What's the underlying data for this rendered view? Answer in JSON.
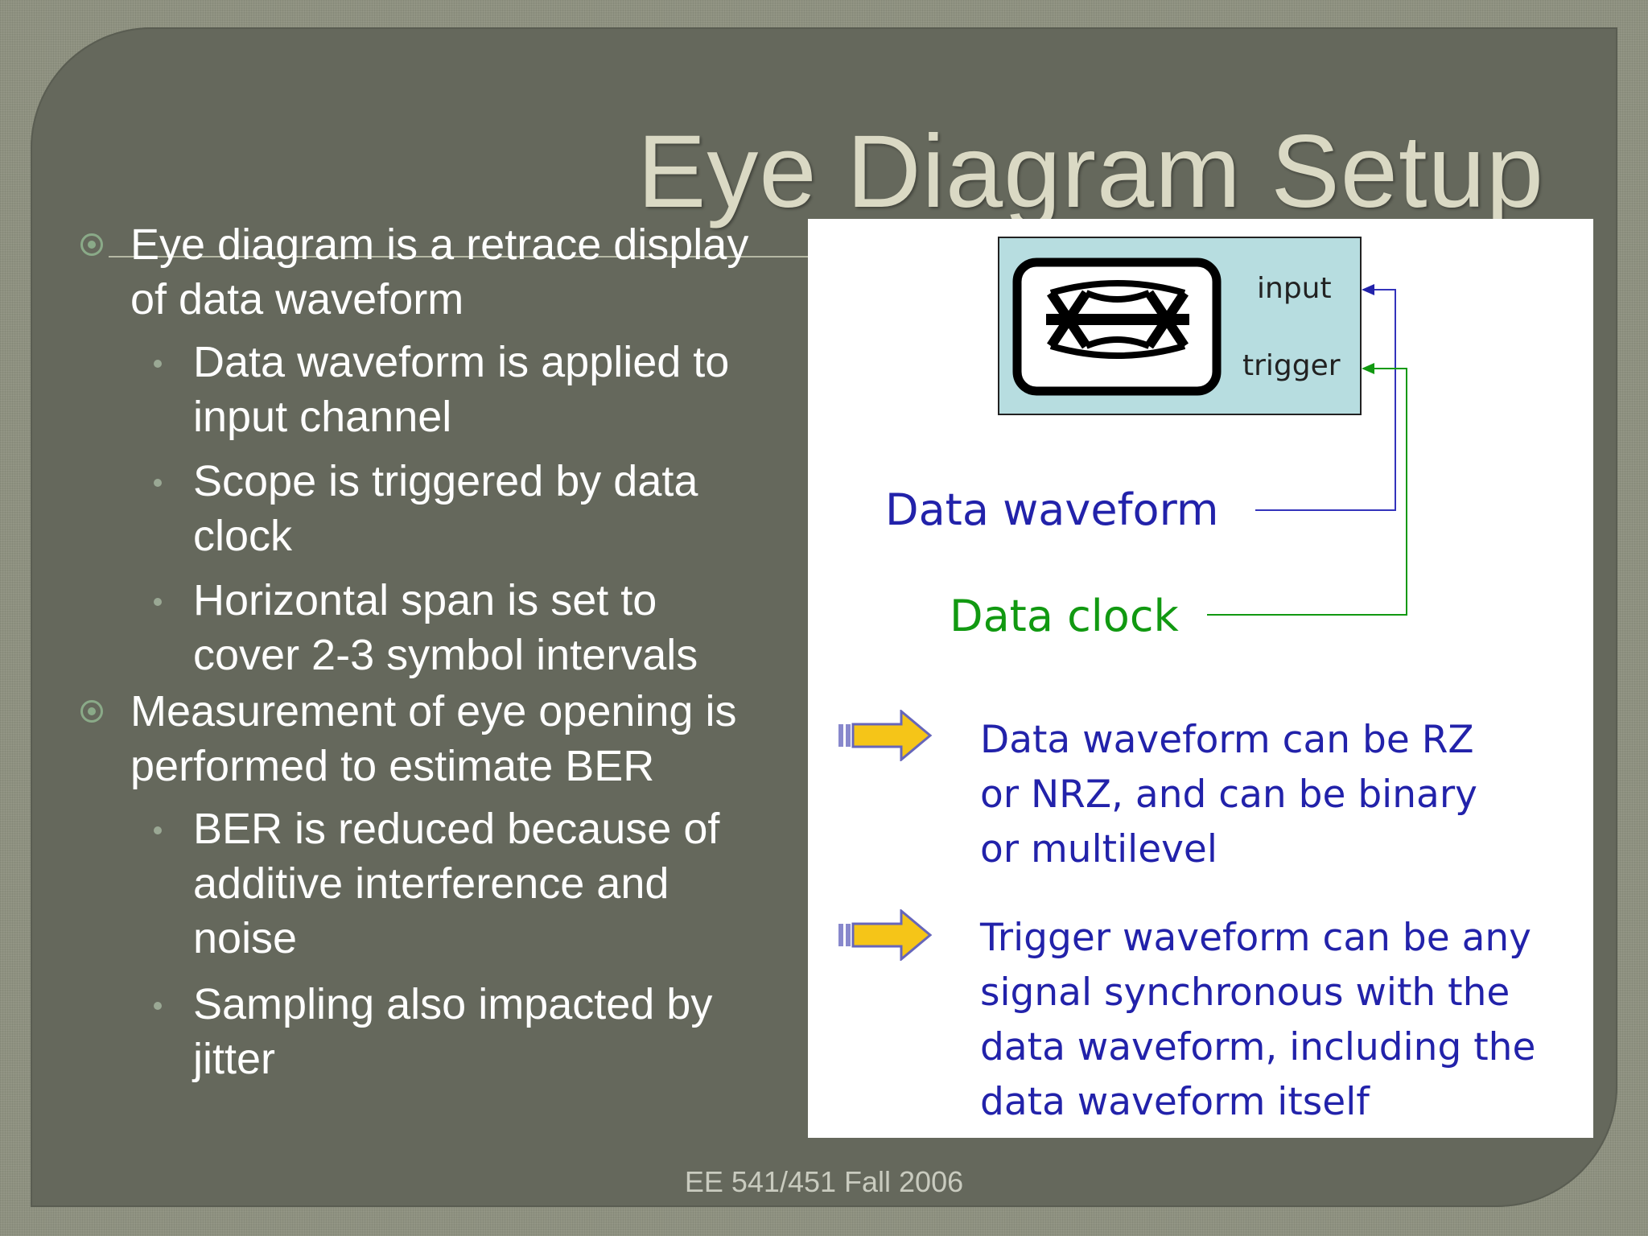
{
  "slide": {
    "title": "Eye Diagram Setup",
    "footer": "EE 541/451 Fall 2006"
  },
  "bullets": [
    {
      "text_lines": [
        "Eye diagram is a retrace display",
        "of data waveform"
      ],
      "sub": [
        {
          "lines": [
            "Data waveform is applied to",
            "input channel"
          ]
        },
        {
          "lines": [
            "Scope is triggered by data",
            "clock"
          ]
        },
        {
          "lines": [
            "Horizontal span is set to",
            "cover 2-3 symbol intervals"
          ]
        }
      ]
    },
    {
      "text_lines": [
        "Measurement of eye opening is",
        "performed to estimate BER"
      ],
      "sub": [
        {
          "lines": [
            "BER is reduced because of",
            "additive interference and",
            "noise"
          ]
        },
        {
          "lines": [
            "Sampling also impacted by",
            "jitter"
          ]
        }
      ]
    }
  ],
  "diagram": {
    "scope_input_label": "input",
    "scope_trigger_label": "trigger",
    "data_waveform_label": "Data waveform",
    "data_clock_label": "Data clock",
    "colors": {
      "waveform": "#2222aa",
      "clock": "#119911",
      "scope_screen": "#b7dde0",
      "arrow_fill": "#f5c518"
    },
    "notes": [
      {
        "lines": [
          "Data waveform can be RZ",
          "or NRZ, and can be binary",
          "or multilevel"
        ]
      },
      {
        "lines": [
          "Trigger waveform can be any",
          "signal synchronous with the",
          "data waveform, including the",
          "data waveform itself"
        ]
      }
    ]
  }
}
